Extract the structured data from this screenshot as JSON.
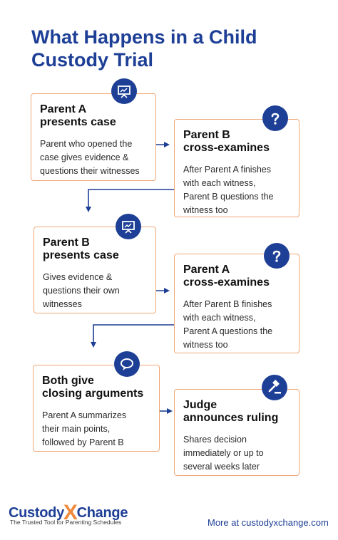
{
  "title": "What Happens in a Child Custody Trial",
  "steps": [
    {
      "title": "Parent A\npresents case",
      "body": "Parent who opened the\ncase gives evidence &\nquestions their witnesses",
      "icon": "presentation-board-icon"
    },
    {
      "title": "Parent B\ncross-examines",
      "body": "After Parent A finishes\nwith each witness,\nParent B questions the\nwitness too",
      "icon": "question-mark-icon"
    },
    {
      "title": "Parent B\npresents case",
      "body": "Gives evidence &\nquestions their own\nwitnesses",
      "icon": "presentation-board-icon"
    },
    {
      "title": "Parent A\ncross-examines",
      "body": "After Parent B finishes\nwith each witness,\nParent A questions the\nwitness too",
      "icon": "question-mark-icon"
    },
    {
      "title": "Both give\nclosing arguments",
      "body": "Parent A summarizes\ntheir main points,\nfollowed by Parent B",
      "icon": "speech-bubble-icon"
    },
    {
      "title": "Judge\nannounces ruling",
      "body": "Shares decision\nimmediately or up to\nseveral weeks later",
      "icon": "gavel-icon"
    }
  ],
  "logo": {
    "part1": "Custody",
    "x": "X",
    "part2": "Change",
    "tagline": "The Trusted Tool for Parenting Schedules"
  },
  "footer": {
    "link_text": "More at custodyxchange.com"
  },
  "colors": {
    "accent": "#1e3f96",
    "border": "#f0a878",
    "logo_x": "#f08a3c"
  }
}
